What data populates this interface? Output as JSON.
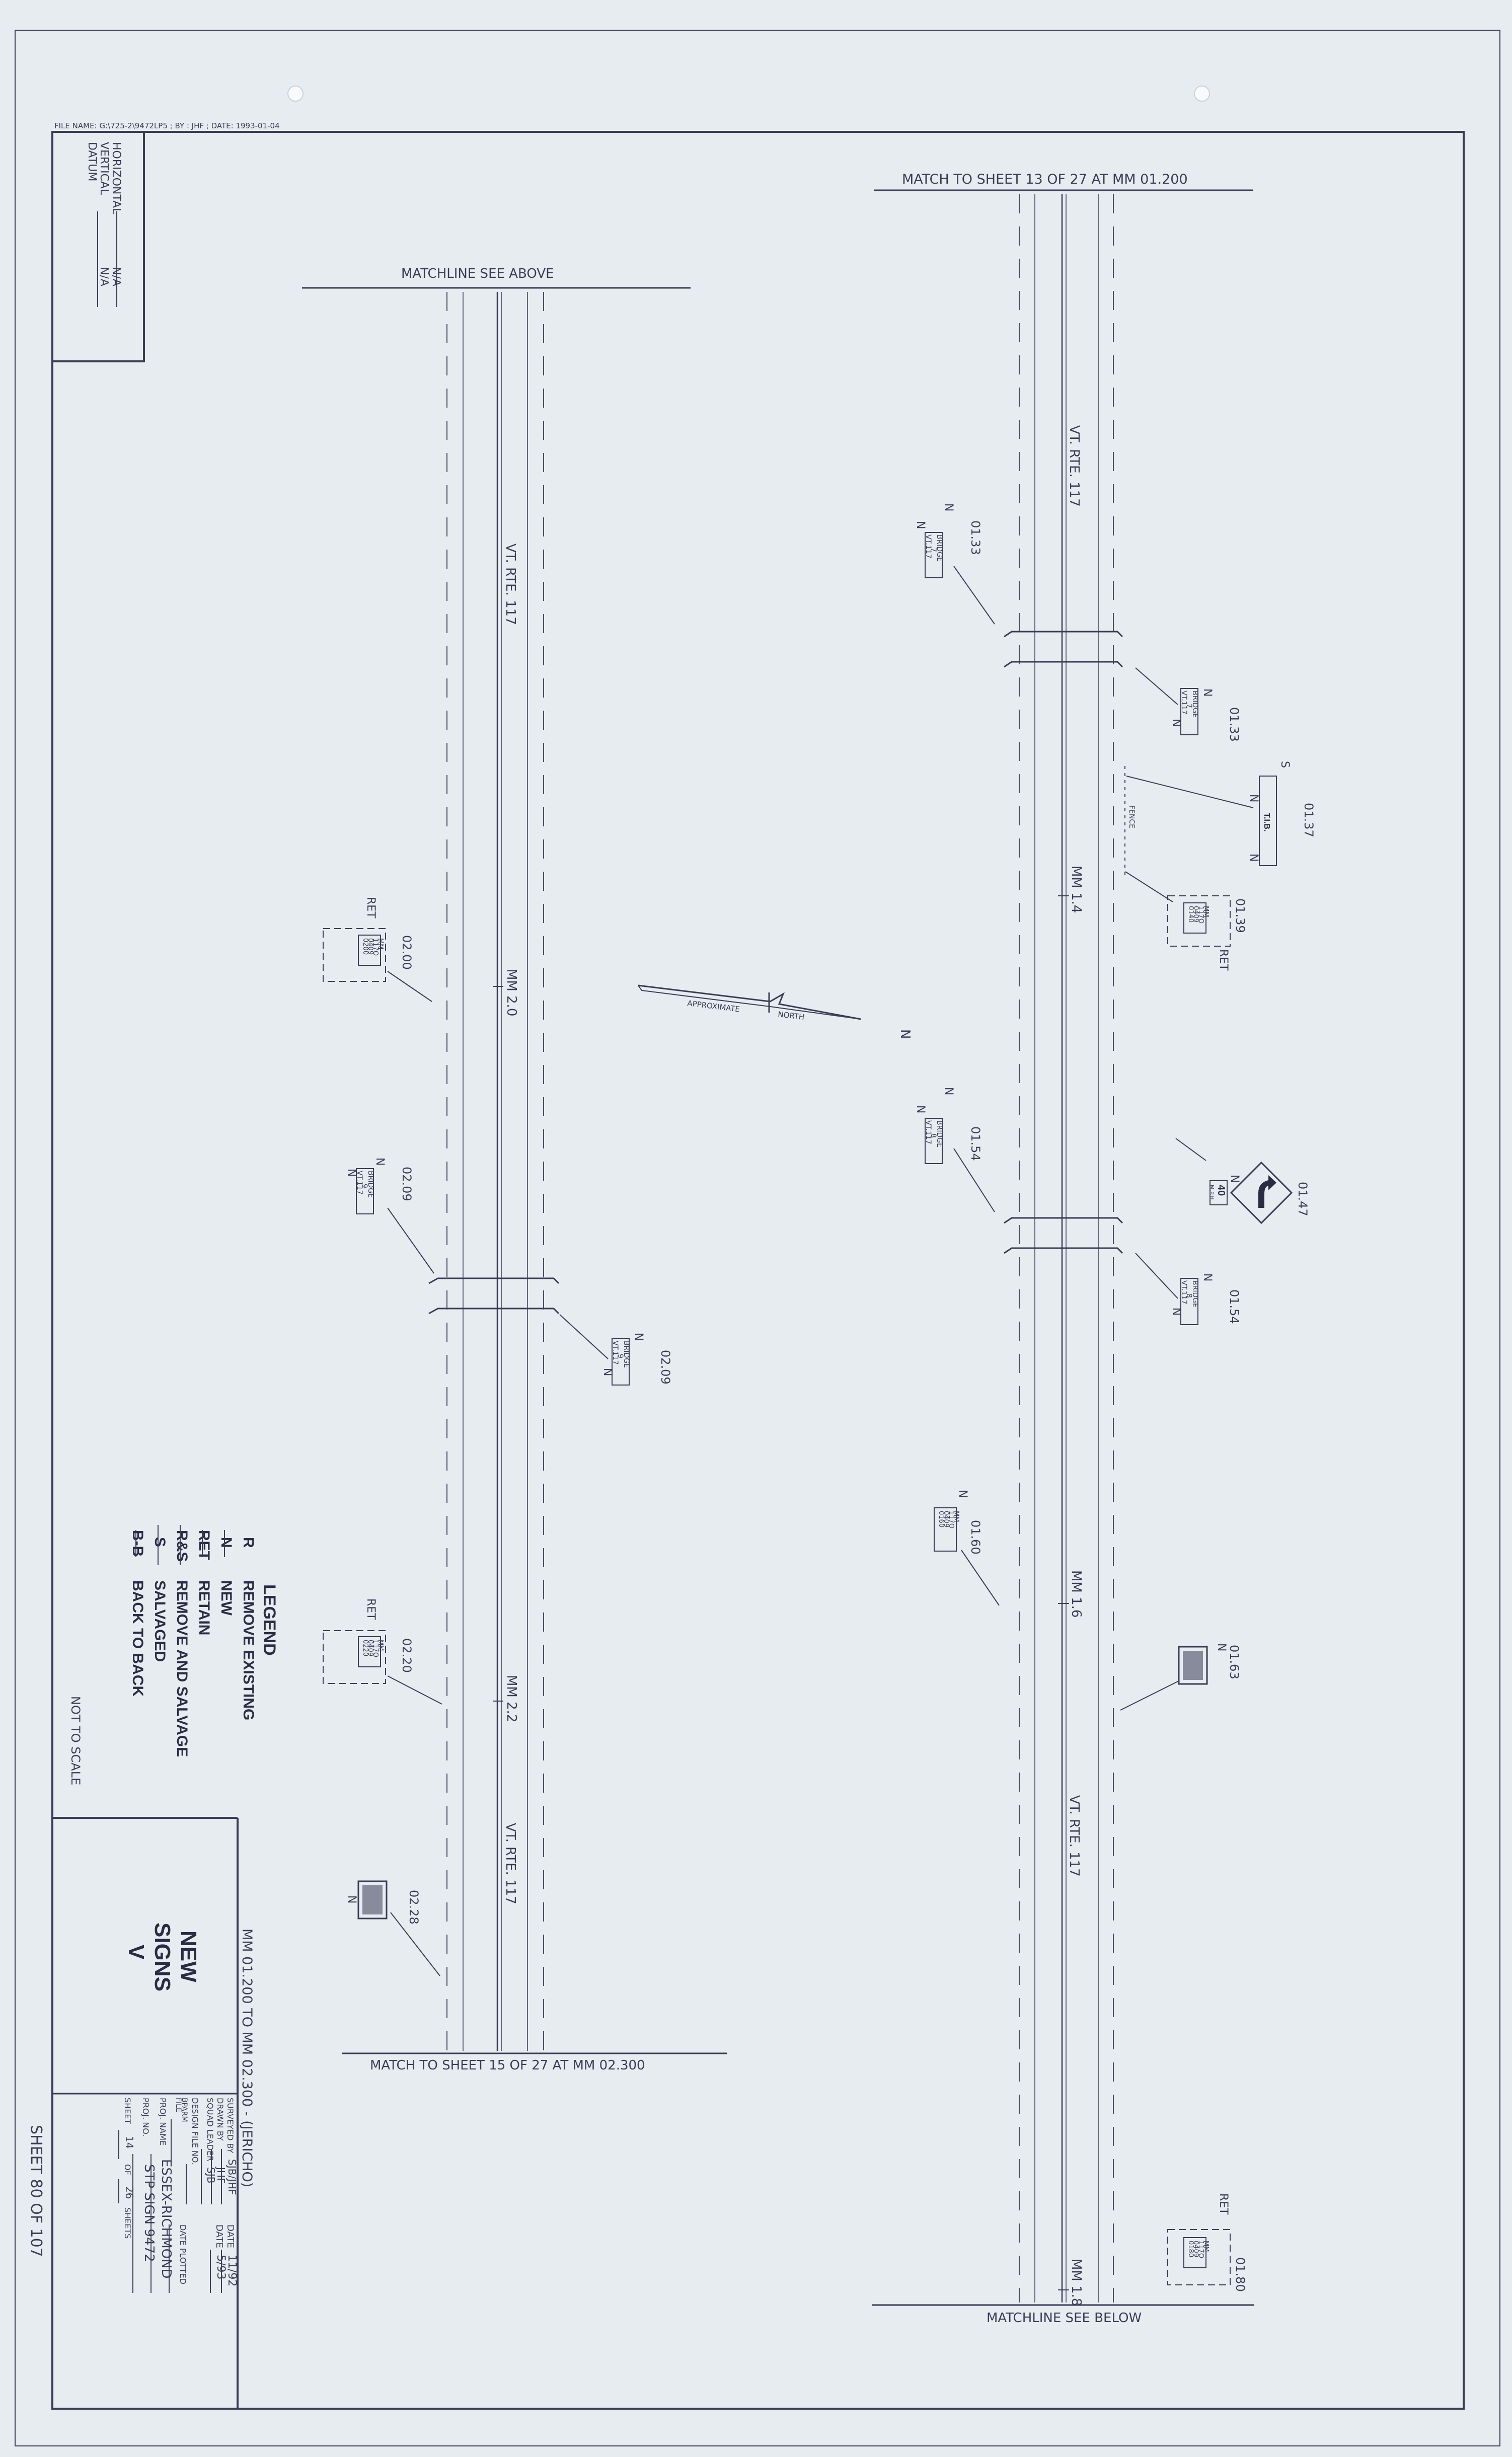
{
  "file_header": "FILE NAME: G:\\725-2\\9472LP5 ; BY : JHF ; DATE: 1993-01-04",
  "datum": {
    "title": "DATUM",
    "vertical_label": "VERTICAL",
    "vertical_value": "N/A",
    "horizontal_label": "HORIZONTAL",
    "horizontal_value": "N/A"
  },
  "matchlines": {
    "top_left": "MATCHLINE SEE ABOVE",
    "top_right": "MATCH TO SHEET 13 OF 27 AT MM 01.200",
    "bottom_left": "MATCH TO SHEET 15 OF 27 AT MM 02.300",
    "bottom_right": "MATCHLINE SEE BELOW"
  },
  "route_labels": {
    "left_upper": "VT. RTE. 117",
    "left_lower": "VT. RTE. 117",
    "right_upper": "VT. RTE. 117",
    "right_lower": "VT. RTE. 117"
  },
  "mile_markers": {
    "mm_2_0": "MM 2.0",
    "mm_2_2": "MM 2.2",
    "mm_1_4": "MM 1.4",
    "mm_1_6": "MM 1.6",
    "mm_1_8": "MM 1.8"
  },
  "north_arrow": {
    "approx": "APPROXIMATE",
    "north": "NORTH",
    "n": "N"
  },
  "signs": {
    "s01_33a": {
      "id": "01.33",
      "code": "N",
      "l1": "BRIDGE",
      "l2": "7",
      "l3": "VT.117",
      "status": "N"
    },
    "s01_33b": {
      "id": "01.33",
      "code": "N",
      "l1": "BRIDGE",
      "l2": "7",
      "l3": "VT.117",
      "status": "N"
    },
    "s01_37": {
      "id": "01.37",
      "code": "S",
      "l1": "T.I.B.",
      "status": "N",
      "fence": "FENCE"
    },
    "s01_39": {
      "id": "01.39",
      "code": "RET",
      "l1": "MM",
      "l2": "117O",
      "l3": "0409",
      "l4": "0140"
    },
    "s01_54a": {
      "id": "01.54",
      "code": "N",
      "l1": "BRIDGE",
      "l2": "8",
      "l3": "VT.117",
      "status": "N"
    },
    "s01_47": {
      "id": "01.47",
      "code": "N",
      "speed": "40",
      "mph": "M.P.H."
    },
    "s01_54b": {
      "id": "01.54",
      "code": "N",
      "l1": "BRIDGE",
      "l2": "8",
      "l3": "VT.117",
      "status": "N"
    },
    "s01_60": {
      "id": "01.60",
      "code": "N",
      "l1": "MM",
      "l2": "117O",
      "l3": "0409",
      "l4": "0160"
    },
    "s01_63": {
      "id": "01.63",
      "code": "N"
    },
    "s01_80": {
      "id": "01.80",
      "code": "RET",
      "l1": "MM",
      "l2": "117O",
      "l3": "0409",
      "l4": "0180"
    },
    "s02_00": {
      "id": "02.00",
      "code": "RET",
      "l1": "MM",
      "l2": "117O",
      "l3": "0409",
      "l4": "0200"
    },
    "s02_09a": {
      "id": "02.09",
      "code": "N",
      "l1": "BRIDGE",
      "l2": "9",
      "l3": "VT.117",
      "status": "N"
    },
    "s02_09b": {
      "id": "02.09",
      "code": "N",
      "l1": "BRIDGE",
      "l2": "9",
      "l3": "VT.117",
      "status": "N"
    },
    "s02_20": {
      "id": "02.20",
      "code": "RET",
      "l1": "MM",
      "l2": "117O",
      "l3": "0409",
      "l4": "0220"
    },
    "s02_28": {
      "id": "02.28",
      "code": "N"
    }
  },
  "legend": {
    "title": "LEGEND",
    "items": [
      {
        "code": "R",
        "text": "REMOVE EXISTING"
      },
      {
        "code": "N",
        "text": "NEW"
      },
      {
        "code": "RET",
        "text": "RETAIN"
      },
      {
        "code": "R&S",
        "text": "REMOVE AND SALVAGE"
      },
      {
        "code": "S",
        "text": "SALVAGED"
      },
      {
        "code": "B-B",
        "text": "BACK TO BACK"
      }
    ],
    "note": "NOT TO SCALE"
  },
  "title_block": {
    "title_line1": "NEW",
    "title_line2": "SIGNS",
    "title_line3": "V",
    "range": "MM 01.200 TO MM 02.300 - (JERICHO)",
    "surveyed_by_label": "SURVEYED BY",
    "surveyed_by": "SJB/JHF",
    "drawn_by_label": "DRAWN BY",
    "drawn_by": "JHF",
    "squad_leader_label": "SQUAD LEADER",
    "squad_leader": "SJB",
    "date_label_1": "DATE",
    "date_1": "11/92",
    "date_label_2": "DATE",
    "date_2": "5/93",
    "design_file_label": "DESIGN FILE NO.",
    "bparm_label": "BPARM",
    "file_label": "FILE",
    "date_plotted_label": "DATE PLOTTED",
    "proj_name_label": "PROJ. NAME",
    "proj_name": "ESSEX-RICHMOND",
    "proj_no_label": "PROJ. NO.",
    "proj_no": "STP SIGN 9472",
    "sheet_label": "SHEET",
    "sheet_no": "14",
    "of_label": "OF",
    "sheet_total": "26",
    "sheets_label": "SHEETS"
  },
  "overall_sheet": "SHEET 80 OF 107"
}
